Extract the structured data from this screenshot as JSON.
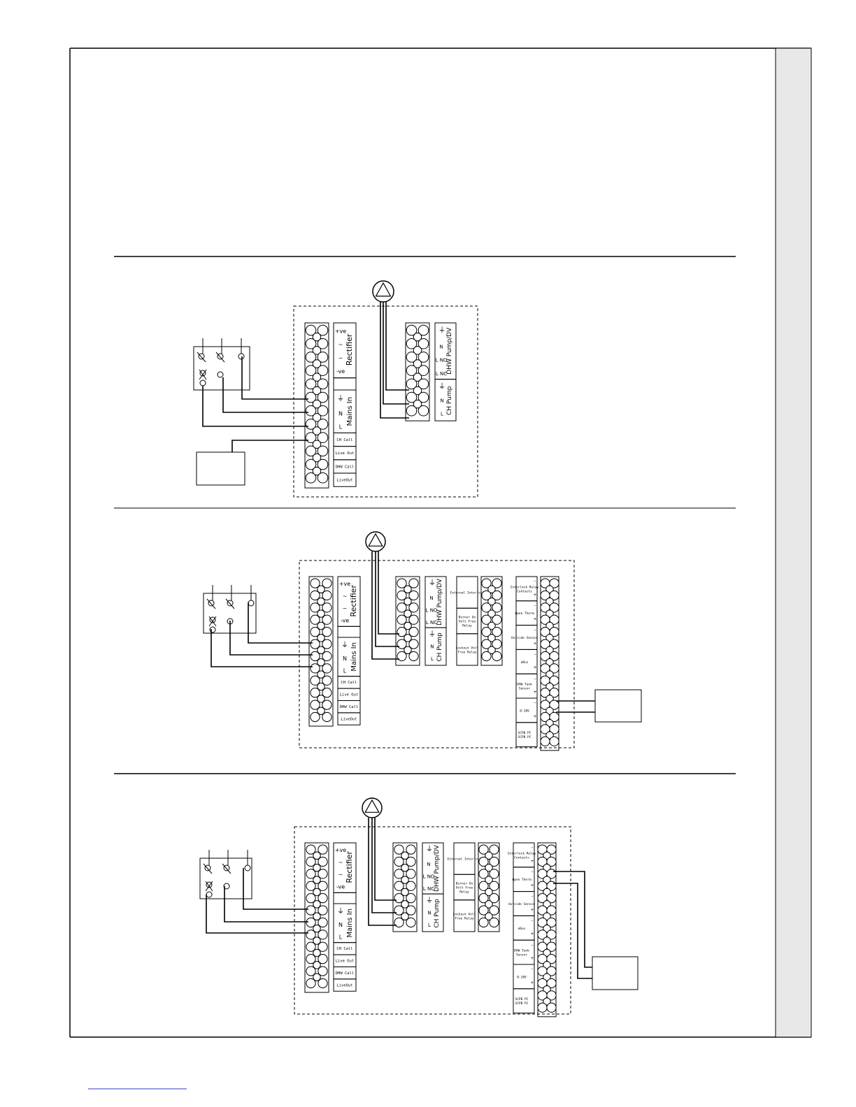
{
  "colors": {
    "ink": "#000000",
    "side_tab": "#e8e8e8",
    "paper": "#ffffff",
    "footer_link": "#3333cc"
  },
  "mains_block": {
    "rectifier_title": "Rectifier",
    "rectifier_terms": [
      "+ve",
      "~",
      "~",
      "-ve"
    ],
    "mains_title": "Mains In",
    "mains_terms": [
      "N",
      "L"
    ],
    "earth_symbol": "⏚",
    "low_labels": [
      "CH Call",
      "Live Out",
      "DHW Call",
      "LiveOut"
    ]
  },
  "pump_block": {
    "dhw_title": "DHW Pump/DV",
    "dhw_terms": [
      "N",
      "L NO",
      "L NC"
    ],
    "ch_title": "CH Pump",
    "ch_terms": [
      "N",
      "L"
    ],
    "earth_symbol": "⏚"
  },
  "interface_block": {
    "labels": [
      "External Interlock",
      "Burner On Volt Free Relay",
      "Lockout Volt Free Relay"
    ]
  },
  "sensor_block": {
    "labels": [
      "Interlock Relay Contacts",
      "Open Therm",
      "Outside Sensor",
      "eBus",
      "DHW Tank Sensor",
      "0-10V",
      "SCPB PC SCPB PC"
    ],
    "polarity": [
      "–",
      "+"
    ]
  }
}
